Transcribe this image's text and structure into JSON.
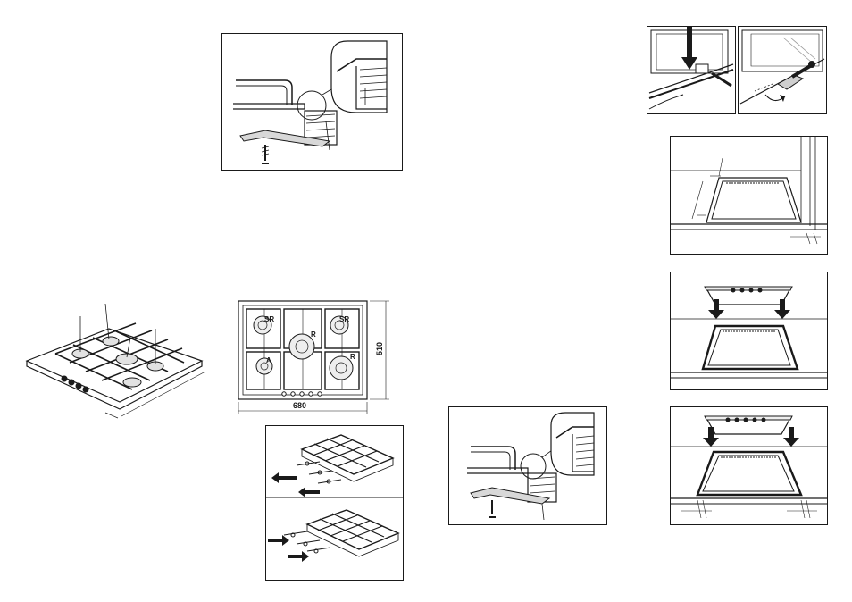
{
  "hob": {
    "labels": {
      "burner_tl": "SR",
      "burner_tr": "SR",
      "burner_center": "R",
      "burner_bl": "A",
      "burner_br": "R"
    },
    "dimensions": {
      "width": "680",
      "depth": "510"
    }
  }
}
